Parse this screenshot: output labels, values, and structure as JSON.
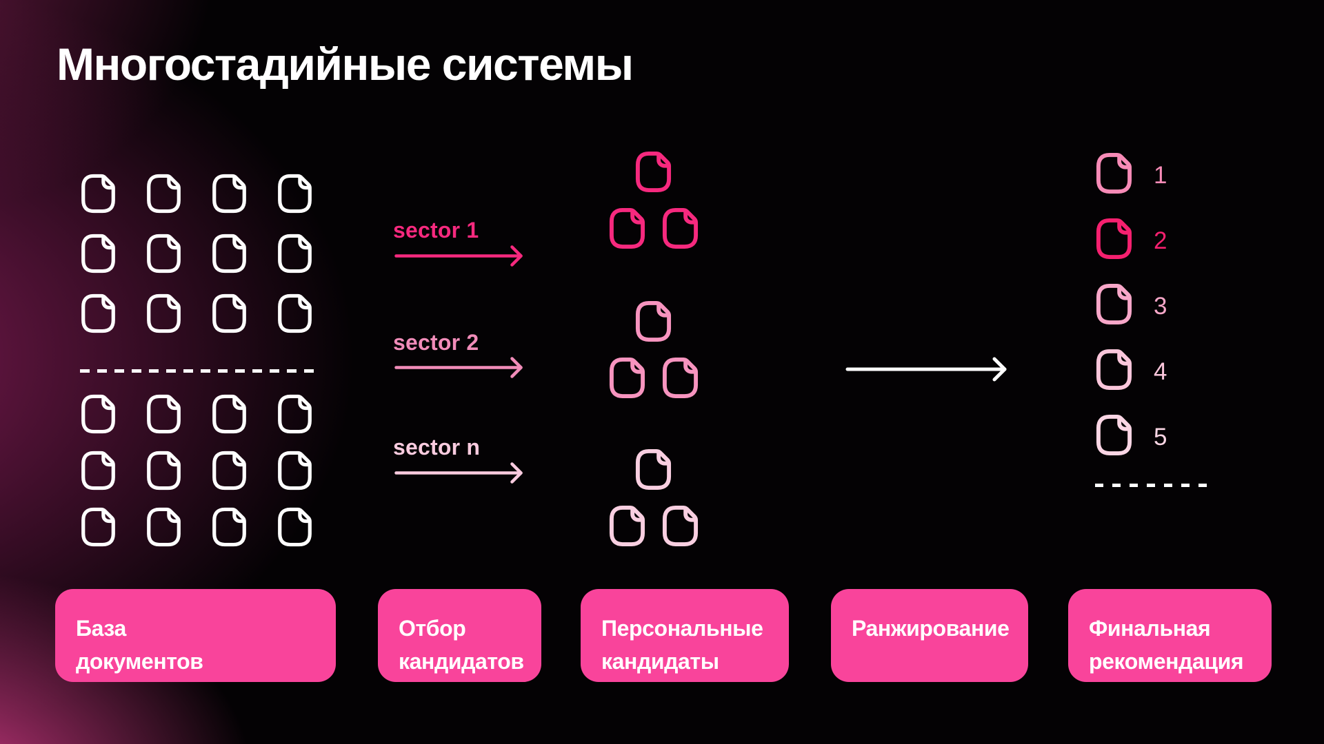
{
  "slide": {
    "title": "Многостадийные системы"
  },
  "colors": {
    "background": "#040204",
    "glow": "#7D1B52",
    "white": "#FFFFFF",
    "hot_pink": "#F6297E",
    "medium_pink": "#F18CB9",
    "light_pink": "#F9CBDF",
    "button_pink": "#F9449B"
  },
  "document_database": {
    "icon": "document-icon",
    "icon_color": "#FFFFFF",
    "columns": 4,
    "rows_above_divider": 3,
    "rows_below_divider": 3,
    "divider_style": "white-dashed-line"
  },
  "sectors": [
    {
      "label": "sector 1",
      "color": "#F6297E"
    },
    {
      "label": "sector 2",
      "color": "#F18CB9"
    },
    {
      "label": "sector n",
      "color": "#F9CBDF"
    }
  ],
  "candidate_clusters": [
    {
      "documents": 3,
      "color": "#F6297E"
    },
    {
      "documents": 3,
      "color": "#F794BF"
    },
    {
      "documents": 3,
      "color": "#F9CFE1"
    }
  ],
  "flow_arrow": {
    "color": "#FFFFFF"
  },
  "ranking": {
    "items": [
      {
        "number": "1",
        "color": "#F78BB7"
      },
      {
        "number": "2",
        "color": "#F5206F"
      },
      {
        "number": "3",
        "color": "#F8A7C9"
      },
      {
        "number": "4",
        "color": "#FAC6DB"
      },
      {
        "number": "5",
        "color": "#FBD6E5"
      }
    ],
    "divider_style": "white-dashed-line"
  },
  "stages": [
    {
      "label": "База\nдокументов"
    },
    {
      "label": "Отбор\nкандидатов"
    },
    {
      "label": "Персональные\nкандидаты"
    },
    {
      "label": "Ранжирование"
    },
    {
      "label": "Финальная\nрекомендация"
    }
  ]
}
